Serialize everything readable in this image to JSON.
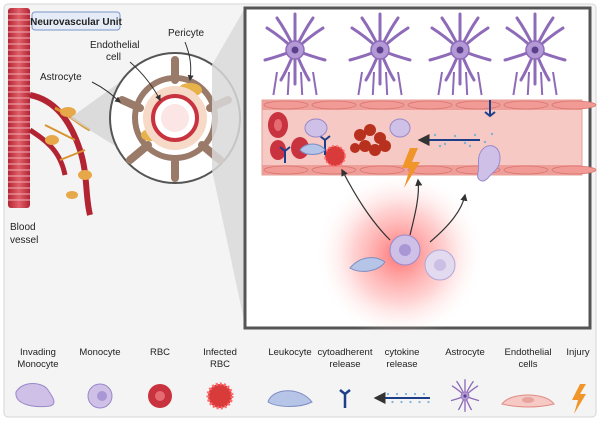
{
  "title": "Neurovascular Unit",
  "labels": {
    "endothelial": [
      "Endothelial",
      "cell"
    ],
    "pericyte": "Pericyte",
    "astrocyte": "Astrocyte",
    "blood_vessel": [
      "Blood",
      "vessel"
    ]
  },
  "legend": [
    {
      "id": "invading-monocyte",
      "lines": [
        "Invading",
        "Monocyte"
      ]
    },
    {
      "id": "monocyte",
      "lines": [
        "Monocyte"
      ]
    },
    {
      "id": "rbc",
      "lines": [
        "RBC"
      ]
    },
    {
      "id": "infected-rbc",
      "lines": [
        "Infected",
        "RBC"
      ]
    },
    {
      "id": "leukocyte",
      "lines": [
        "Leukocyte"
      ]
    },
    {
      "id": "cytoadherent",
      "lines": [
        "cytoadherent",
        "release"
      ]
    },
    {
      "id": "cytokine",
      "lines": [
        "cytokine",
        "release"
      ]
    },
    {
      "id": "astrocyte",
      "lines": [
        "Astrocyte"
      ]
    },
    {
      "id": "endothelial",
      "lines": [
        "Endothelial",
        "cells"
      ]
    },
    {
      "id": "injury",
      "lines": [
        "Injury"
      ]
    }
  ],
  "colors": {
    "vessel_red": "#c9323f",
    "astrocyte_purple": "#8e6bb8",
    "endothelial_pink": "#f6c9c4",
    "pericyte_brown": "#b5846a",
    "injury_orange": "#f0952a",
    "cytoadherent_blue": "#1d3f8a"
  }
}
